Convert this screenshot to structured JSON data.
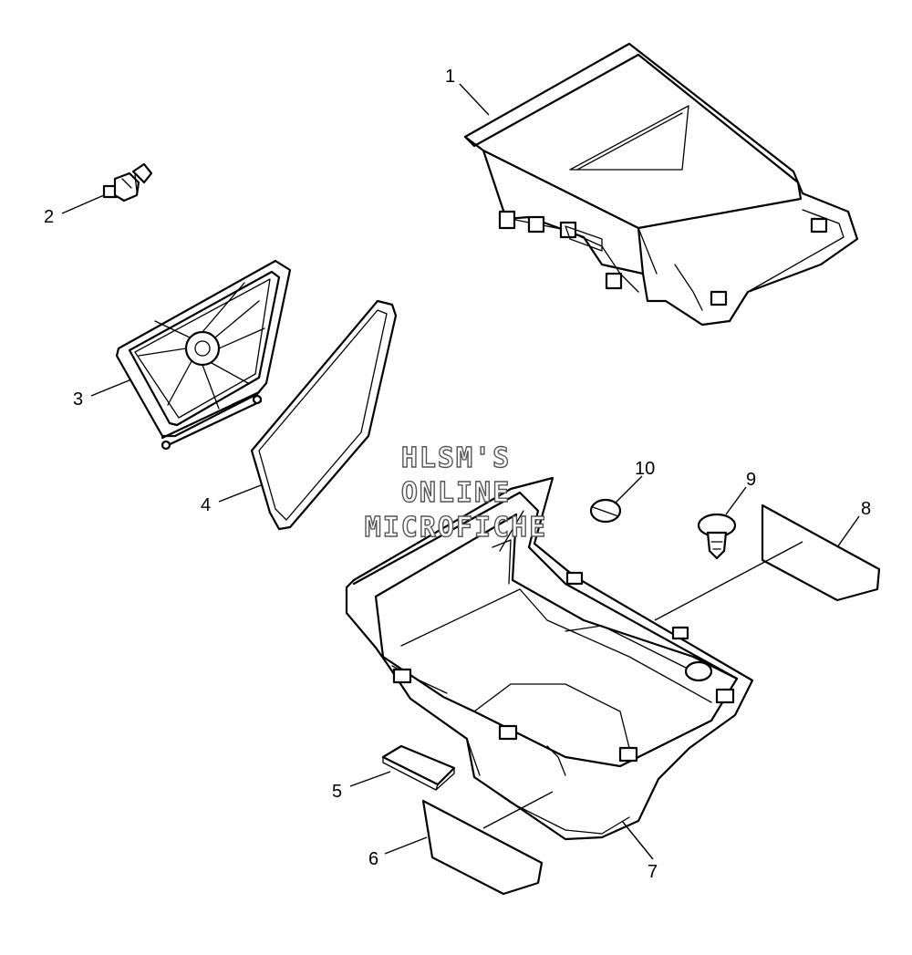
{
  "watermark": {
    "line1": "HLSM'S",
    "line2": "ONLINE",
    "line3": "MICROFICHE"
  },
  "callouts": [
    {
      "id": "1",
      "label": "1"
    },
    {
      "id": "2",
      "label": "2"
    },
    {
      "id": "3",
      "label": "3"
    },
    {
      "id": "4",
      "label": "4"
    },
    {
      "id": "5",
      "label": "5"
    },
    {
      "id": "6",
      "label": "6"
    },
    {
      "id": "7",
      "label": "7"
    },
    {
      "id": "8",
      "label": "8"
    },
    {
      "id": "9",
      "label": "9"
    },
    {
      "id": "10",
      "label": "10"
    }
  ],
  "colors": {
    "line": "#000000",
    "background": "#ffffff",
    "watermark_outline": "#555555"
  }
}
